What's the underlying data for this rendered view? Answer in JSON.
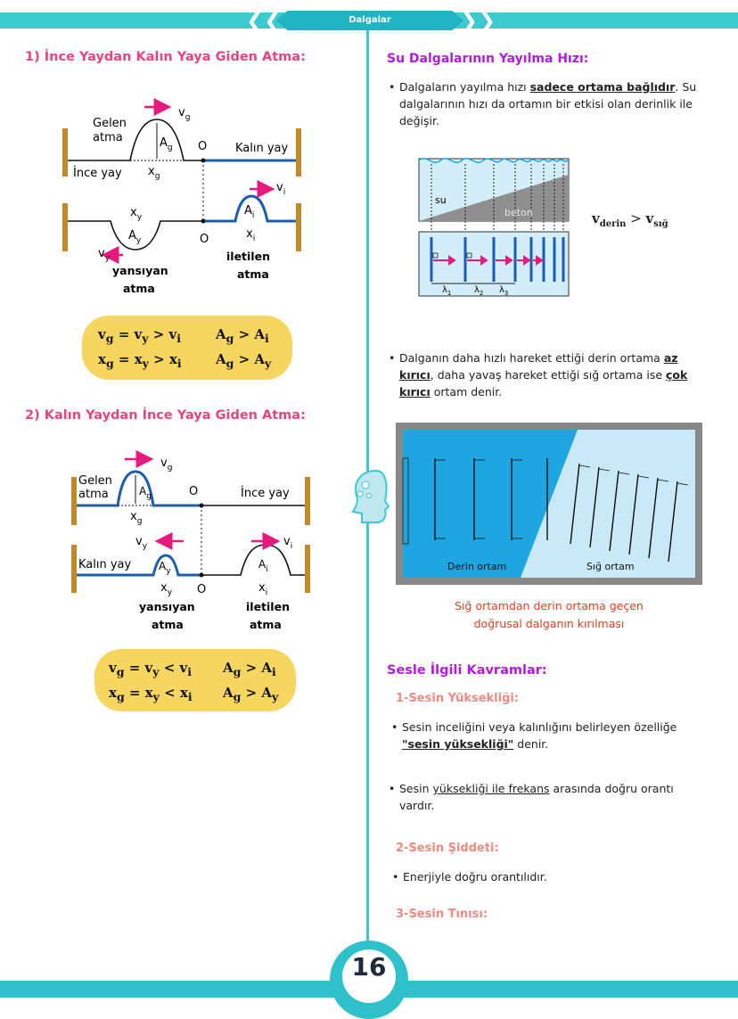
{
  "header": {
    "title": "Dalgalar"
  },
  "page_number": "16",
  "left": {
    "section1": {
      "title": "1) İnce Yaydan Kalın Yaya Giden Atma:",
      "labels": {
        "gelen1": "Gelen",
        "gelen2": "atma",
        "vg": "v",
        "vg_sub": "g",
        "Ag": "A",
        "Ag_sub": "g",
        "O": "O",
        "kalin": "Kalın yay",
        "ince": "İnce yay",
        "xg": "x",
        "xg_sub": "g",
        "xy": "x",
        "xy_sub": "y",
        "Ay": "A",
        "Ay_sub": "y",
        "O2": "O",
        "Ai": "A",
        "Ai_sub": "i",
        "vi": "v",
        "vi_sub": "i",
        "xi": "x",
        "xi_sub": "i",
        "vy": "v",
        "vy_sub": "y",
        "yansiyan1": "yansıyan",
        "yansiyan2": "atma",
        "iletilen1": "iletilen",
        "iletilen2": "atma"
      },
      "formula": {
        "r1a": "v<sub>g</sub> = v<sub>y</sub> &gt; v<sub>i</sub>",
        "r1b": "A<sub>g</sub> &gt; A<sub>i</sub>",
        "r2a": "x<sub>g</sub> = x<sub>y</sub> &gt; x<sub>i</sub>",
        "r2b": "A<sub>g</sub> &gt; A<sub>y</sub>"
      }
    },
    "section2": {
      "title": "2) Kalın Yaydan İnce Yaya Giden Atma:",
      "labels": {
        "gelen1": "Gelen",
        "gelen2": "atma",
        "vg": "v",
        "vg_sub": "g",
        "Ag": "A",
        "Ag_sub": "g",
        "O": "O",
        "ince": "İnce yay",
        "xg": "x",
        "xg_sub": "g",
        "kalin": "Kalın yay",
        "vy": "v",
        "vy_sub": "y",
        "Ay": "A",
        "Ay_sub": "y",
        "xy": "x",
        "xy_sub": "y",
        "O2": "O",
        "vi": "v",
        "vi_sub": "i",
        "Ai": "A",
        "Ai_sub": "i",
        "xi": "x",
        "xi_sub": "i",
        "yansiyan1": "yansıyan",
        "yansiyan2": "atma",
        "iletilen1": "iletilen",
        "iletilen2": "atma"
      },
      "formula": {
        "r1a": "v<sub>g</sub> = v<sub>y</sub> &lt; v<sub>i</sub>",
        "r1b": "A<sub>g</sub> &gt; A<sub>i</sub>",
        "r2a": "x<sub>g</sub> = x<sub>y</sub> &lt; x<sub>i</sub>",
        "r2b": "A<sub>g</sub> &gt; A<sub>y</sub>"
      }
    }
  },
  "right": {
    "title1": "Su Dalgalarının Yayılma Hızı:",
    "b1": {
      "p1": "Dalgaların yayılma hızı ",
      "u1": "sadece ortama bağlıdır",
      "p2": ". Su dalgalarının hızı da ortamın bir etkisi olan derinlik ile değişir."
    },
    "tank": {
      "su": "su",
      "beton": "beton",
      "l1": "λ",
      "l1_sub": "1",
      "l2": "λ",
      "l2_sub": "2",
      "l3": "λ",
      "l3_sub": "3"
    },
    "vrel": {
      "a": "v",
      "a_sub": "derin",
      "op": " > ",
      "b": "v",
      "b_sub": "sığ"
    },
    "b2": {
      "p1": "Dalganın daha hızlı hareket ettiği derin ortama ",
      "u1": "az kırıcı",
      "p2": ", daha yavaş hareket ettiği sığ ortama ise ",
      "u2": "çok kırıcı",
      "p3": " ortam denir."
    },
    "refr": {
      "derin": "Derin ortam",
      "sig": "Sığ ortam"
    },
    "caption1": "Sığ ortamdan derin ortama geçen",
    "caption2": "doğrusal dalganın kırılması",
    "title2": "Sesle İlgili Kavramlar:",
    "sub1": "1-Sesin Yüksekliği:",
    "b3": {
      "p1": "Sesin inceliğini veya kalınlığını belirleyen özelliğe ",
      "u1": "\"sesin yüksekliği\"",
      "p2": " denir."
    },
    "b4": {
      "p1": "Sesin ",
      "u1": "yüksekliği ile frekans",
      "p2": " arasında doğru orantı vardır."
    },
    "sub2": "2-Sesin Şiddeti:",
    "b5": "Enerjiyle doğru orantılıdır.",
    "sub3": "3-Sesin Tınısı:"
  },
  "colors": {
    "accent": "#3cc9cf",
    "pink": "#e8457a",
    "purple": "#b21be0",
    "formula_bg": "#f6d660",
    "deep_water": "#1fa6e0",
    "shallow_water": "#c8e9f7",
    "arrow": "#e6197f"
  }
}
